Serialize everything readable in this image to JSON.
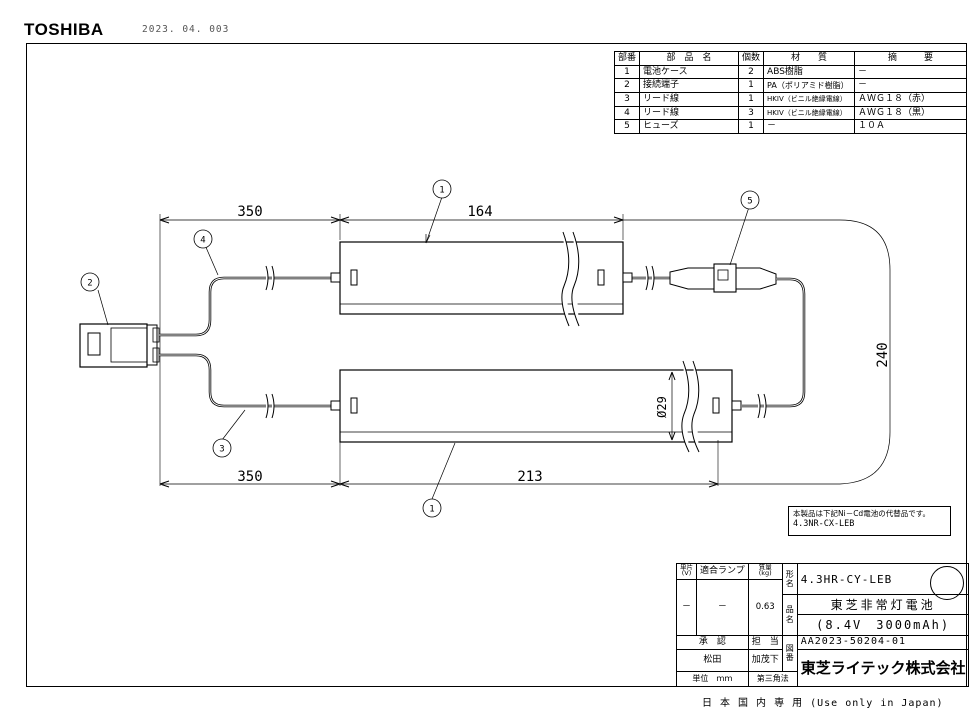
{
  "header": {
    "brand": "TOSHIBA",
    "doc_date": "2023. 04. 003"
  },
  "parts_table": {
    "headers": [
      "部番",
      "部　品　名",
      "個数",
      "材　　質",
      "摘　　　要"
    ],
    "rows": [
      [
        "1",
        "電池ケース",
        "2",
        "ABS樹脂",
        "－"
      ],
      [
        "2",
        "接続端子",
        "1",
        "PA（ポリアミド樹脂）",
        "－"
      ],
      [
        "3",
        "リード線",
        "1",
        "HKIV（ビニル絶縁電線）",
        "ＡＷＧ１８（赤）"
      ],
      [
        "4",
        "リード線",
        "3",
        "HKIV（ビニル絶縁電線）",
        "ＡＷＧ１８（黒）"
      ],
      [
        "5",
        "ヒューズ",
        "1",
        "－",
        "１０Ａ"
      ]
    ]
  },
  "drawing": {
    "dims": {
      "lead_top": "350",
      "case_top": "164",
      "lead_bottom": "350",
      "case_bottom": "213",
      "height": "240",
      "diameter": "Ø29"
    },
    "callouts": [
      "1",
      "2",
      "3",
      "4",
      "5",
      "1"
    ]
  },
  "note": {
    "line1": "本製品は下記Ni－Cd電池の代替品です。",
    "line2": "4.3NR-CX-LEB"
  },
  "title_block": {
    "rated_hdr": "単片\n(V)",
    "lamp_hdr": "適合ランプ",
    "weight_hdr": "質量\n(kg)",
    "rated_val": "－",
    "lamp_val": "－",
    "weight_val": "0.63",
    "form_label": "形\n名",
    "model": "4.3HR-CY-LEB",
    "product_label": "品\n名",
    "product_name": "東芝非常灯電池",
    "product_spec": "(8.4V　3000mAh)",
    "approve_hdr": "承　認",
    "charge_hdr": "担　当",
    "approve_val": "松田",
    "charge_val": "加茂下",
    "drawing_label": "図\n番",
    "drawing_no": "AA2023-50204-01",
    "unit_label": "単位　ｍｍ",
    "projection": "第三角法",
    "company": "東芝ライテック株式会社"
  },
  "footer": "日 本 国 内 専 用 (Use only in Japan)"
}
